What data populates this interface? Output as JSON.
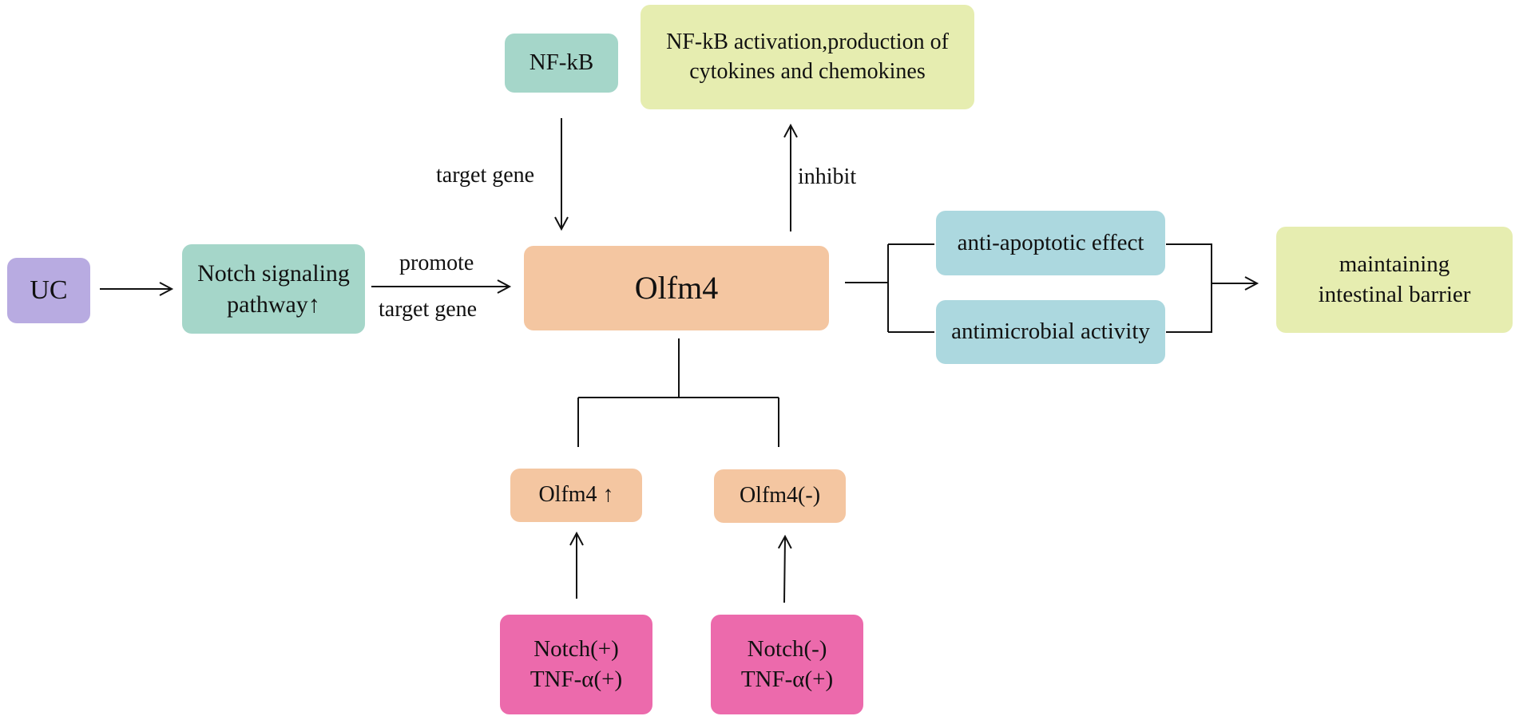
{
  "colors": {
    "purple": "#b8abe1",
    "teal": "#a5d6c9",
    "orange": "#f4c6a1",
    "yellow": "#e6edb0",
    "blue": "#acd8df",
    "pink": "#ec6aac",
    "line": "#111111"
  },
  "nodes": {
    "uc": "UC",
    "notch_pathway": "Notch signaling\npathway↑",
    "olfm4": "Olfm4",
    "nfkb": "NF-kB",
    "nfkb_activation": "NF-kB activation,production of\ncytokines and chemokines",
    "anti_apoptotic": "anti-apoptotic effect",
    "antimicrobial": "antimicrobial activity",
    "barrier": "maintaining\nintestinal barrier",
    "olfm4_up": "Olfm4 ↑",
    "olfm4_neg": "Olfm4(-)",
    "notch_pos": "Notch(+)\nTNF-α(+)",
    "notch_neg": "Notch(-)\nTNF-α(+)"
  },
  "edge_labels": {
    "promote": "promote",
    "target_gene_bottom": "target gene",
    "target_gene_top": "target gene",
    "inhibit": "inhibit"
  }
}
